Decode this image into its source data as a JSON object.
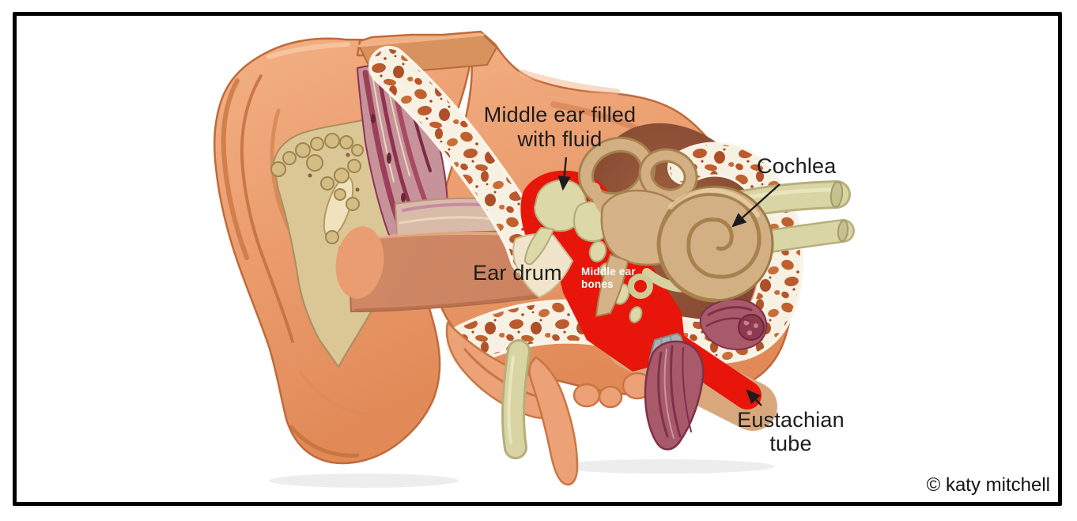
{
  "labels": {
    "middle_ear_fluid": {
      "line1": "Middle ear filled",
      "line2": "with fluid"
    },
    "cochlea": {
      "text": "Cochlea"
    },
    "ear_drum": {
      "text": "Ear drum"
    },
    "middle_ear_bones": {
      "text": "Middle ear bones"
    },
    "eustachian_tube": {
      "line1": "Eustachian",
      "line2": "tube"
    },
    "credit": {
      "text": "© katy mitchell"
    }
  },
  "illustration": {
    "colors": {
      "highlight_red": "#e8150a",
      "skin": "#eda375",
      "skin_dark": "#c97644",
      "bone_cream": "#f7f1e3",
      "bone_holes": "#c0602f",
      "inner_ear_tan": "#d3b083",
      "nerve_yellow": "#d8d4a4",
      "muscle_maroon": "#9c3f58",
      "cavity_brown": "#84492f",
      "cartilage_pink": "#d9bba9",
      "fat_cream": "#dbc795",
      "ossicle_pale": "#dcd8a8",
      "label_text": "#1c1c1c",
      "bones_label_text": "#ffffff"
    }
  }
}
